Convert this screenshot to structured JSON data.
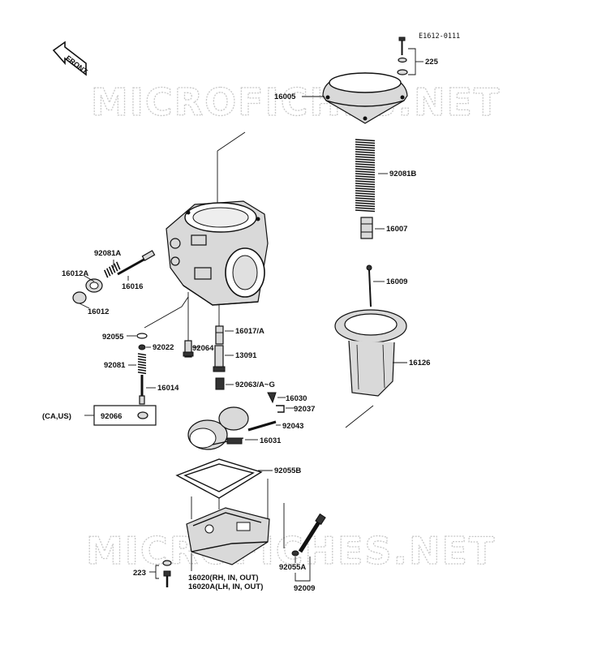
{
  "diagram_code": "E1612-0111",
  "front_label": "FRONT",
  "watermark": "MICROFICHES.NET",
  "callouts": {
    "p225": "225",
    "p16005": "16005",
    "p92081b": "92081B",
    "p16007": "16007",
    "p16009": "16009",
    "p16126": "16126",
    "p92081a": "92081A",
    "p16012a": "16012A",
    "p16016": "16016",
    "p16012": "16012",
    "p92055": "92055",
    "p92022": "92022",
    "p16017a": "16017/A",
    "p92064": "92064",
    "p13091": "13091",
    "p92081": "92081",
    "p92063ag": "92063/A~G",
    "p16014": "16014",
    "p16030": "16030",
    "p92037": "92037",
    "p92066": "92066",
    "p92043": "92043",
    "p16031": "16031",
    "p92055b": "92055B",
    "p223": "223",
    "p16020": "16020(RH, IN, OUT)",
    "p16020a": "16020A(LH, IN, OUT)",
    "p92055a": "92055A",
    "p92009": "92009"
  },
  "region_note": "(CA,US)"
}
